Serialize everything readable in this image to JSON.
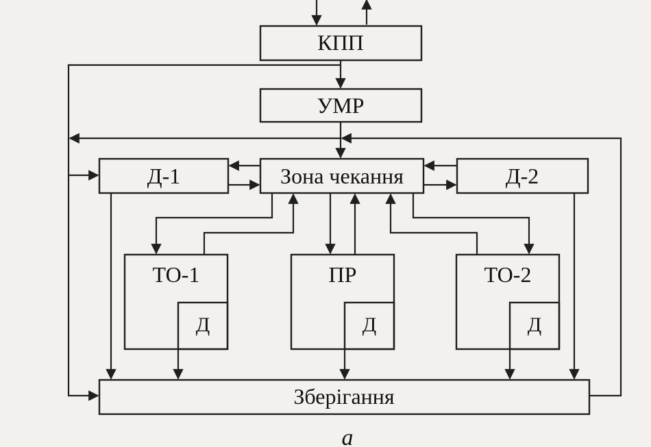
{
  "diagram": {
    "nodes": {
      "kpp": "КПП",
      "umr": "УМР",
      "zone": "Зона чекання",
      "d1": "Д-1",
      "d2": "Д-2",
      "to1": "ТО-1",
      "pr": "ПР",
      "to2": "ТО-2",
      "d_to1": "Д",
      "d_pr": "Д",
      "d_to2": "Д",
      "storage": "Зберігання"
    },
    "caption": "a"
  }
}
